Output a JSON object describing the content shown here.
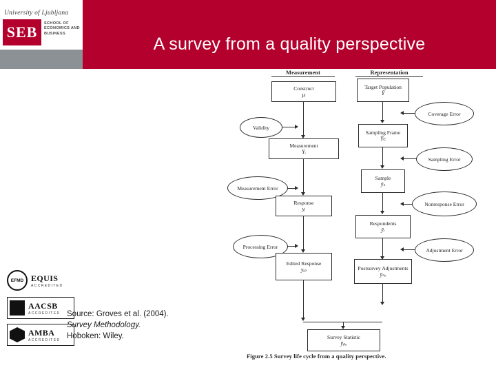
{
  "branding": {
    "university": "University of Ljubljana",
    "seb_mark": "SEB",
    "seb_desc": "SCHOOL OF ECONOMICS AND BUSINESS",
    "accreditations": [
      {
        "name": "EFMD",
        "label": "EQUIS",
        "sub": "ACCREDITED"
      },
      {
        "name": "AACSB",
        "label": "AACSB",
        "sub": "ACCREDITED"
      },
      {
        "name": "AMBA",
        "label": "AMBA",
        "sub": "ACCREDITED"
      }
    ]
  },
  "slide": {
    "title": "A survey from a quality perspective"
  },
  "source": {
    "line1": "Source: Groves et al. (2004).",
    "line2": "Survey Methodology.",
    "line3": "Hoboken: Wiley."
  },
  "figure": {
    "caption": "Figure 2.5   Survey life cycle from a quality perspective.",
    "columns": [
      {
        "label": "Measurement"
      },
      {
        "label": "Representation"
      }
    ],
    "measurement_nodes": [
      {
        "title": "Construct",
        "symbol": "μᵢ",
        "shape": "box"
      },
      {
        "title": "Validity",
        "symbol": "",
        "shape": "oval"
      },
      {
        "title": "Measurement",
        "symbol": "Yᵢ",
        "shape": "box"
      },
      {
        "title": "Measurement Error",
        "symbol": "",
        "shape": "oval"
      },
      {
        "title": "Response",
        "symbol": "yᵢ",
        "shape": "box"
      },
      {
        "title": "Processing Error",
        "symbol": "",
        "shape": "oval"
      },
      {
        "title": "Edited Response",
        "symbol": "yᵢₚ",
        "shape": "box"
      }
    ],
    "representation_nodes": [
      {
        "title": "Target Population",
        "symbol": "Ȳ",
        "shape": "box"
      },
      {
        "title": "Coverage Error",
        "symbol": "",
        "shape": "oval"
      },
      {
        "title": "Sampling Frame",
        "symbol": "Ȳᴄ",
        "shape": "box"
      },
      {
        "title": "Sampling Error",
        "symbol": "",
        "shape": "oval"
      },
      {
        "title": "Sample",
        "symbol": "ȳₛ",
        "shape": "box"
      },
      {
        "title": "Nonresponse Error",
        "symbol": "",
        "shape": "oval"
      },
      {
        "title": "Respondents",
        "symbol": "ȳᵣ",
        "shape": "box"
      },
      {
        "title": "Adjustment Error",
        "symbol": "",
        "shape": "oval"
      },
      {
        "title": "Postsurvey Adjustments",
        "symbol": "ȳₙₐ",
        "shape": "box"
      }
    ],
    "final_node": {
      "title": "Survey Statistic",
      "symbol": "ȳₚₐ"
    }
  },
  "colors": {
    "brand_red": "#b3002d",
    "grey_bar": "#8c9196",
    "ink": "#1d1d1d"
  }
}
